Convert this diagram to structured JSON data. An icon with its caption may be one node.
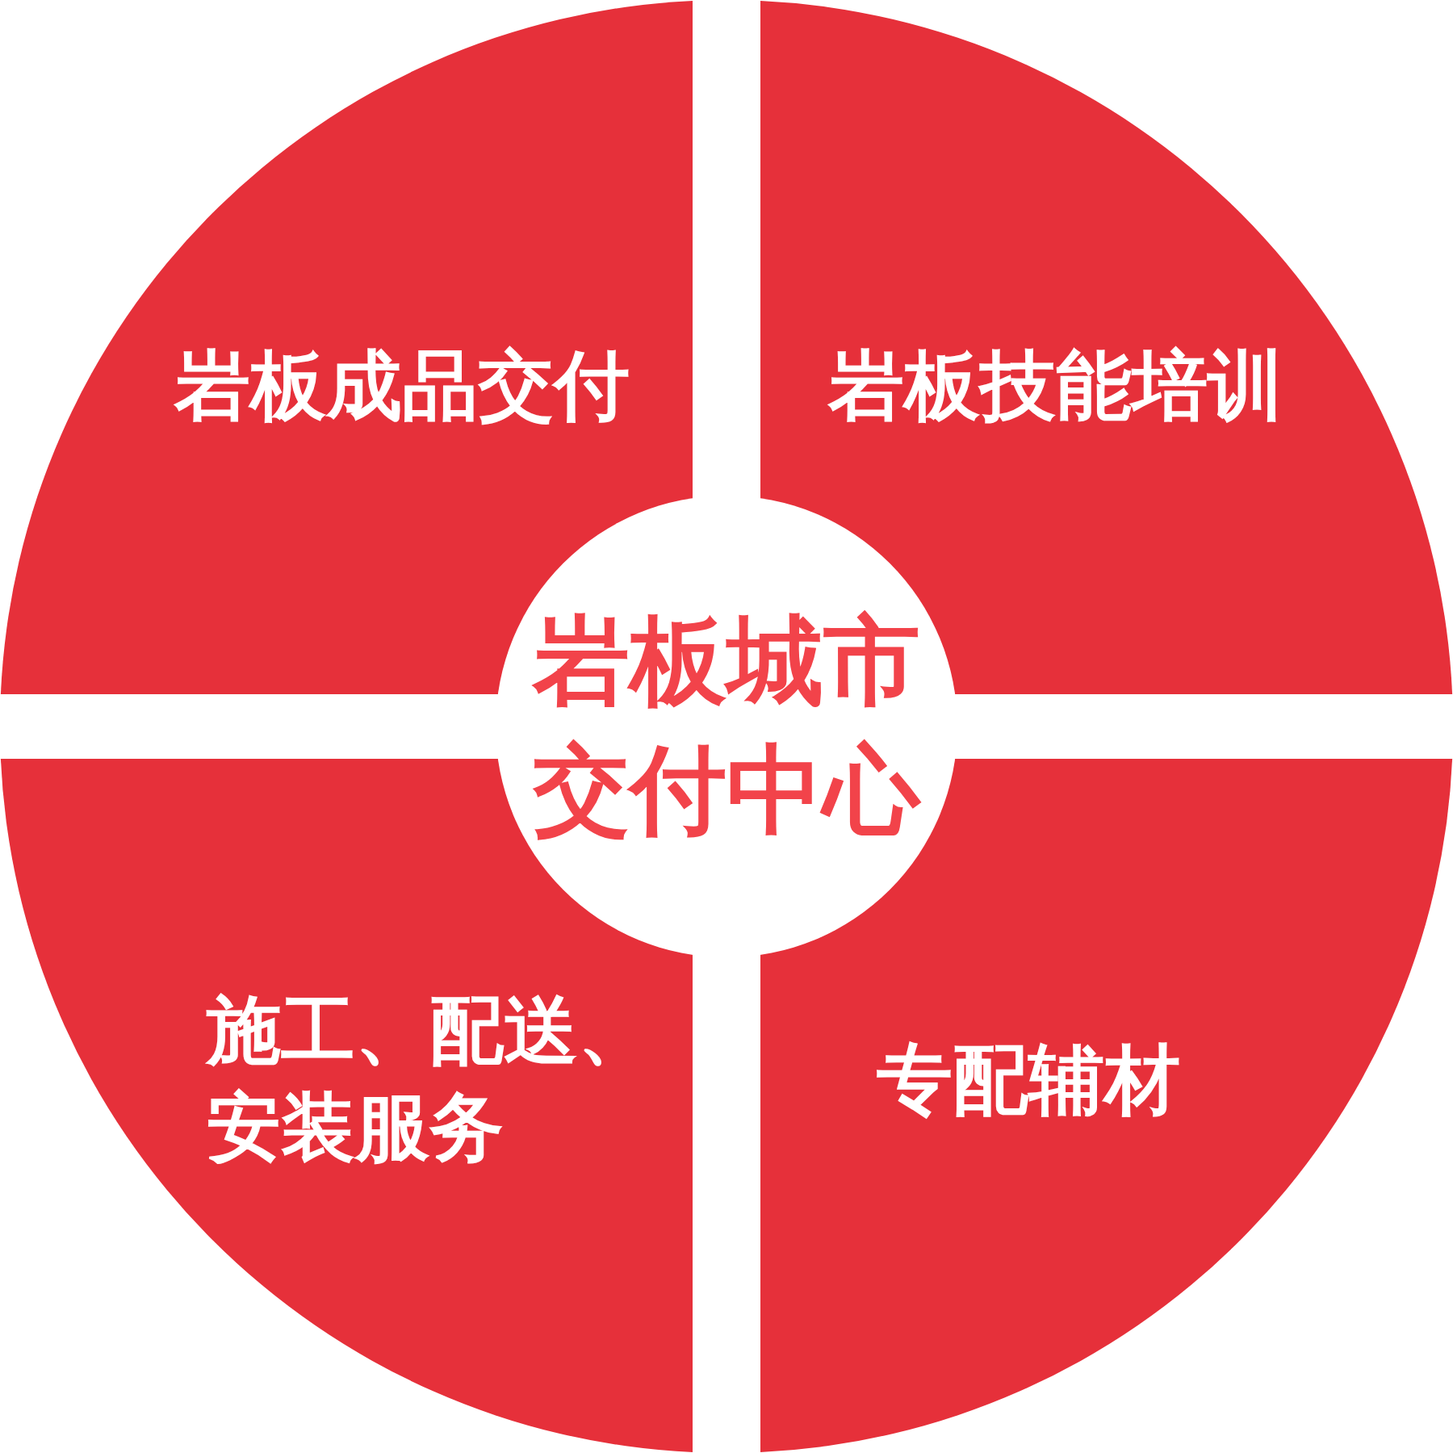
{
  "diagram": {
    "nodes": [
      {
        "text": [
          "岩板成品交付"
        ]
      },
      {
        "text": [
          "岩板技能培训"
        ]
      },
      {
        "text": [
          "岩板城市交付中心"
        ]
      },
      {
        "text": [
          "施工、配送、安装服务"
        ]
      },
      {
        "text": [
          "专配辅材"
        ]
      }
    ]
  }
}
